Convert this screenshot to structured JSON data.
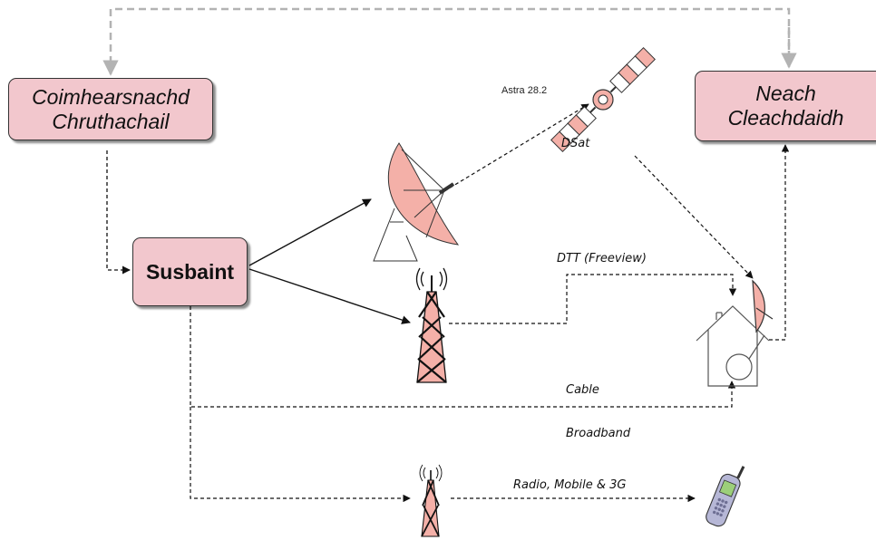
{
  "boxes": {
    "source_line1": "Coimhearsnachd",
    "source_line2": "Chruthachail",
    "consumer_line1": "Neach",
    "consumer_line2": "Cleachdaidh",
    "content": "Susbaint"
  },
  "labels": {
    "satellite": "Astra 28.2",
    "dsat": "DSat",
    "dtt": "DTT (Freeview)",
    "cable": "Cable",
    "broadband": "Broadband",
    "mobile": "Radio, Mobile & 3G"
  },
  "colors": {
    "box_fill": "#f2c7cd",
    "accent_pink": "#f4b0a8",
    "feedback_arrow": "#b3b3b3",
    "line": "#111111"
  },
  "icons": [
    "satellite-icon",
    "satellite-dish-icon",
    "transmitter-tower-icon",
    "house-icon",
    "mobile-phone-icon"
  ]
}
